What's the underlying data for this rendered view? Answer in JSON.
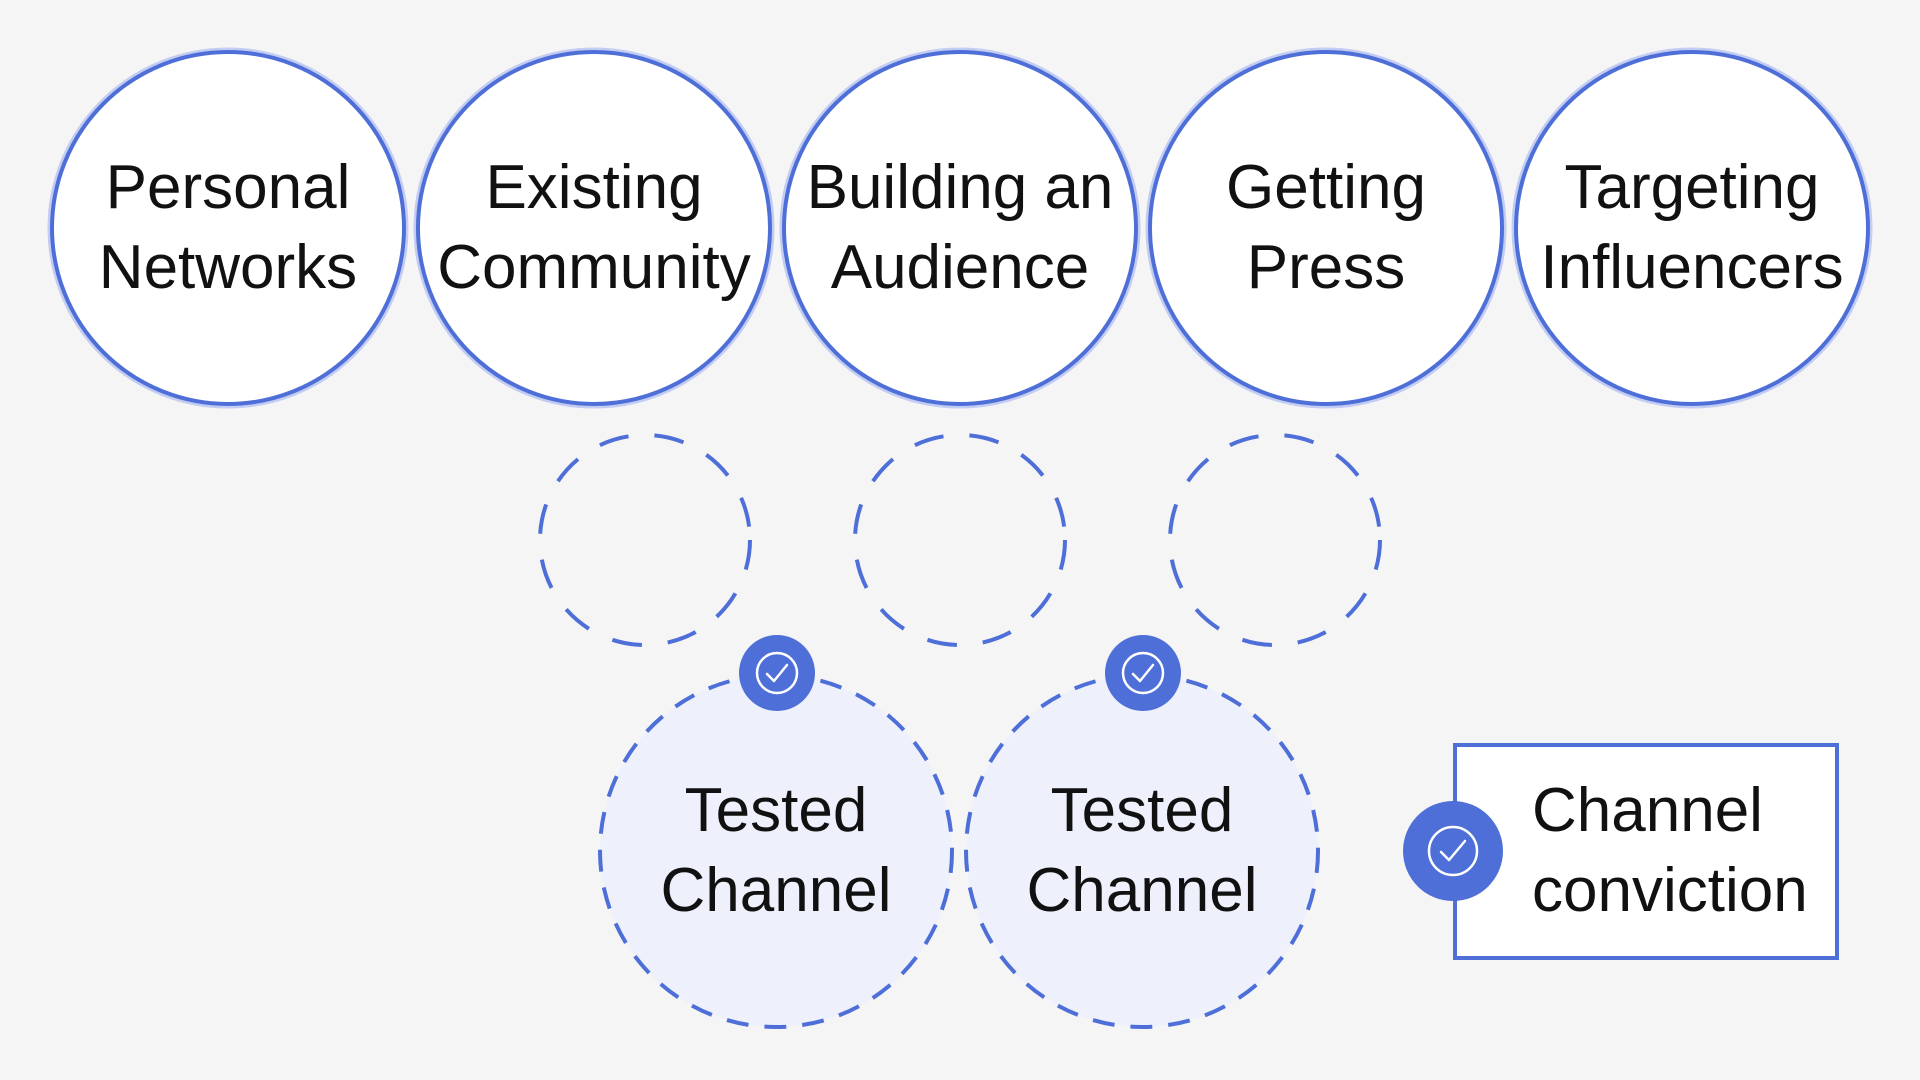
{
  "colors": {
    "background": "#f5f5f5",
    "accent": "#4f6fd8",
    "glow": "#aebdf3",
    "tested_fill": "#eef1fc",
    "white": "#ffffff",
    "text": "#111111"
  },
  "channels": [
    {
      "line1": "Personal",
      "line2": "Networks"
    },
    {
      "line1": "Existing",
      "line2": "Community"
    },
    {
      "line1": "Building an",
      "line2": "Audience"
    },
    {
      "line1": "Getting",
      "line2": "Press"
    },
    {
      "line1": "Targeting",
      "line2": "Influencers"
    }
  ],
  "placeholders": [
    {
      "id": "placeholder-1"
    },
    {
      "id": "placeholder-2"
    },
    {
      "id": "placeholder-3"
    }
  ],
  "tested": [
    {
      "line1": "Tested",
      "line2": "Channel",
      "icon": "check-icon"
    },
    {
      "line1": "Tested",
      "line2": "Channel",
      "icon": "check-icon"
    }
  ],
  "conviction": {
    "line1": "Channel",
    "line2": "conviction",
    "icon": "check-icon"
  }
}
